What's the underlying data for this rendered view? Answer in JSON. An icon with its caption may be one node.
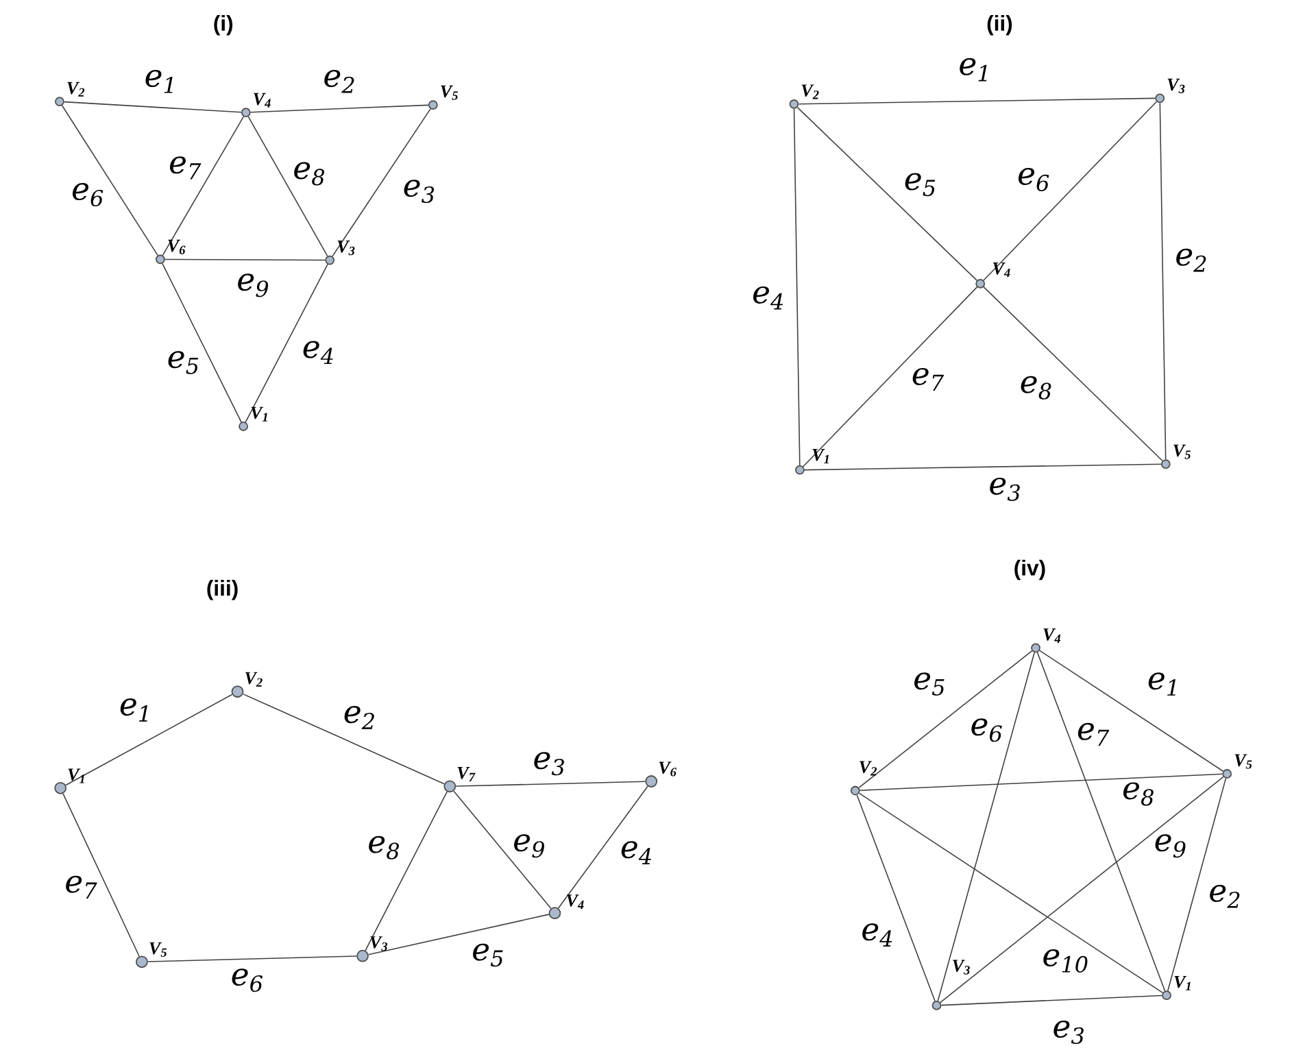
{
  "diagram": {
    "nodes": [
      {
        "text": [],
        "shape": "circle",
        "beside": [
          "V$_{2}$"
        ]
      },
      {
        "text": [],
        "shape": "circle",
        "beside": [
          "V$_{4}$"
        ]
      },
      {
        "text": [],
        "shape": "circle",
        "beside": [
          "V$_{5}$"
        ]
      },
      {
        "text": [],
        "shape": "circle",
        "beside": [
          "V$_{6}$"
        ]
      },
      {
        "text": [],
        "shape": "circle",
        "beside": [
          "V$_{3}$"
        ]
      },
      {
        "text": [],
        "shape": "circle",
        "beside": [
          "V$_{1}$"
        ]
      },
      {
        "text": [],
        "shape": "circle",
        "beside": [
          "V$_{2}$"
        ]
      },
      {
        "text": [],
        "shape": "circle",
        "beside": [
          "V$_{3}$"
        ]
      },
      {
        "text": [],
        "shape": "circle",
        "beside": [
          "V$_{4}$"
        ]
      },
      {
        "text": [],
        "shape": "circle",
        "beside": [
          "V$_{1}$"
        ]
      },
      {
        "text": [],
        "shape": "circle",
        "beside": [
          "V$_{5}$"
        ]
      },
      {
        "text": [],
        "shape": "circle",
        "beside": [
          "V$_{2}$"
        ]
      },
      {
        "text": [],
        "shape": "circle",
        "beside": [
          "V$_{1}$"
        ]
      },
      {
        "text": [],
        "shape": "circle",
        "beside": [
          "V$_{7}$"
        ]
      },
      {
        "text": [],
        "shape": "circle",
        "beside": [
          "V$_{6}$"
        ]
      },
      {
        "text": [],
        "shape": "circle",
        "beside": [
          "V$_{4}$"
        ]
      },
      {
        "text": [],
        "shape": "circle",
        "beside": [
          "V$_{3}$"
        ]
      },
      {
        "text": [],
        "shape": "circle",
        "beside": [
          "V$_{5}$"
        ]
      },
      {
        "text": [],
        "shape": "circle",
        "beside": [
          "V$_{4}$"
        ]
      },
      {
        "text": [],
        "shape": "circle",
        "beside": [
          "V$_{2}$"
        ]
      },
      {
        "text": [],
        "shape": "circle",
        "beside": [
          "V$_{5}$"
        ]
      },
      {
        "text": [],
        "shape": "circle",
        "beside": [
          "V$_{1}$"
        ]
      },
      {
        "text": [],
        "shape": "circle",
        "beside": [
          "V$_{3}$"
        ]
      }
    ],
    "edges": [
      {
        "from": 0,
        "to": 1,
        "arrow": "none",
        "label": "e$_{1}$"
      },
      {
        "from": 1,
        "to": 2,
        "arrow": "none",
        "label": "e$_{2}$"
      },
      {
        "from": 2,
        "to": 4,
        "arrow": "none",
        "label": "e$_{3}$"
      },
      {
        "from": 4,
        "to": 5,
        "arrow": "none",
        "label": "e$_{4}$"
      },
      {
        "from": 3,
        "to": 5,
        "arrow": "none",
        "label": "e$_{5}$"
      },
      {
        "from": 0,
        "to": 3,
        "arrow": "none",
        "label": "e$_{6}$"
      },
      {
        "from": 1,
        "to": 3,
        "arrow": "none",
        "label": "e$_{7}$"
      },
      {
        "from": 1,
        "to": 4,
        "arrow": "none",
        "label": "e$_{8}$"
      },
      {
        "from": 3,
        "to": 4,
        "arrow": "none",
        "label": "e$_{9}$"
      },
      {
        "from": 6,
        "to": 7,
        "arrow": "none",
        "label": "e$_{1}$"
      },
      {
        "from": 7,
        "to": 10,
        "arrow": "none",
        "label": "e$_{2}$"
      },
      {
        "from": 9,
        "to": 10,
        "arrow": "none",
        "label": "e$_{3}$"
      },
      {
        "from": 6,
        "to": 9,
        "arrow": "none",
        "label": "e$_{4}$"
      },
      {
        "from": 6,
        "to": 8,
        "arrow": "none",
        "label": "e$_{5}$"
      },
      {
        "from": 7,
        "to": 8,
        "arrow": "none",
        "label": "e$_{6}$"
      },
      {
        "from": 9,
        "to": 8,
        "arrow": "none",
        "label": "e$_{7}$"
      },
      {
        "from": 10,
        "to": 8,
        "arrow": "none",
        "label": "e$_{8}$"
      },
      {
        "from": 12,
        "to": 11,
        "arrow": "none",
        "label": "e$_{1}$"
      },
      {
        "from": 11,
        "to": 13,
        "arrow": "none",
        "label": "e$_{2}$"
      },
      {
        "from": 13,
        "to": 14,
        "arrow": "none",
        "label": "e$_{3}$"
      },
      {
        "from": 14,
        "to": 15,
        "arrow": "none",
        "label": "e$_{4}$"
      },
      {
        "from": 16,
        "to": 15,
        "arrow": "none",
        "label": "e$_{5}$"
      },
      {
        "from": 17,
        "to": 16,
        "arrow": "none",
        "label": "e$_{6}$"
      },
      {
        "from": 12,
        "to": 17,
        "arrow": "none",
        "label": "e$_{7}$"
      },
      {
        "from": 13,
        "to": 16,
        "arrow": "none",
        "label": "e$_{8}$"
      },
      {
        "from": 13,
        "to": 15,
        "arrow": "none",
        "label": "e$_{9}$"
      },
      {
        "from": 18,
        "to": 20,
        "arrow": "none",
        "label": "e$_{1}$"
      },
      {
        "from": 20,
        "to": 21,
        "arrow": "none",
        "label": "e$_{2}$"
      },
      {
        "from": 22,
        "to": 21,
        "arrow": "none",
        "label": "e$_{3}$"
      },
      {
        "from": 19,
        "to": 22,
        "arrow": "none",
        "label": "e$_{4}$"
      },
      {
        "from": 19,
        "to": 18,
        "arrow": "none",
        "label": "e$_{5}$"
      },
      {
        "from": 18,
        "to": 22,
        "arrow": "none",
        "label": "e$_{6}$"
      },
      {
        "from": 18,
        "to": 21,
        "arrow": "none",
        "label": "e$_{7}$"
      },
      {
        "from": 19,
        "to": 20,
        "arrow": "none",
        "label": "e$_{8}$"
      },
      {
        "from": 20,
        "to": 22,
        "arrow": "none",
        "label": "e$_{9}$"
      },
      {
        "from": 19,
        "to": 21,
        "arrow": "none",
        "label": "e$_{10}$"
      }
    ],
    "labels": [
      "(i)",
      "(ii)",
      "(iii)",
      "(iv)"
    ]
  }
}
